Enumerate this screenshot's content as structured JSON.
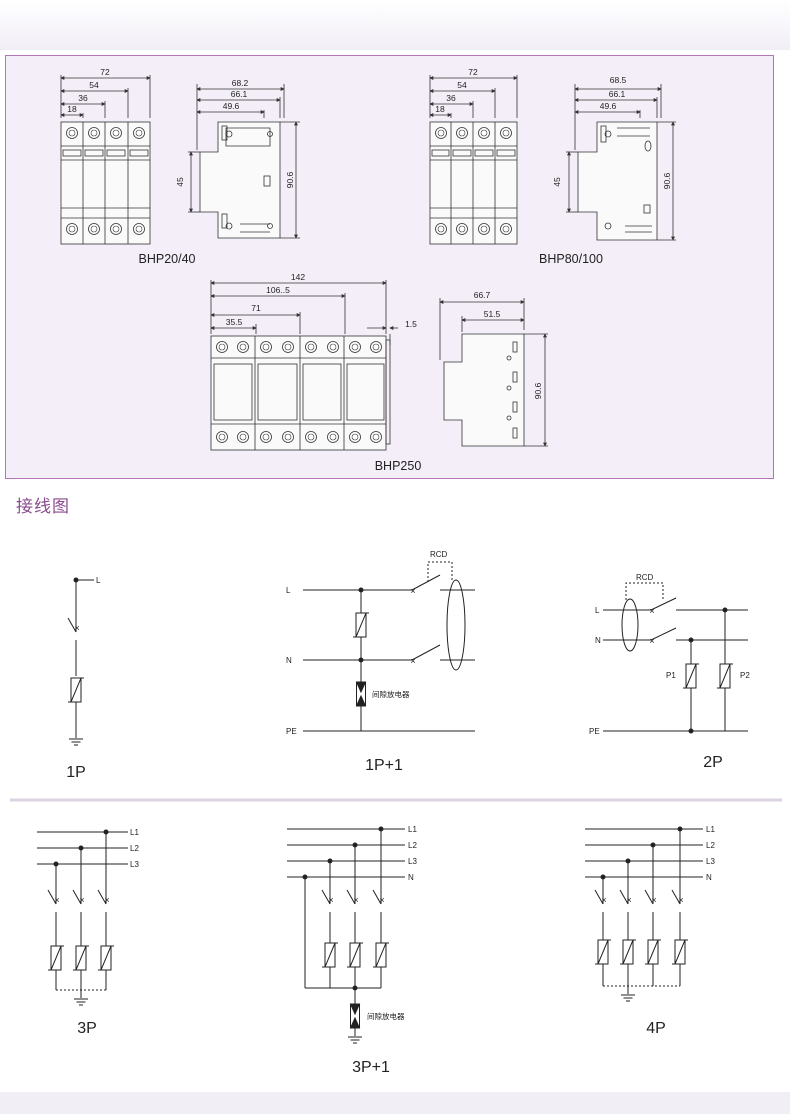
{
  "section_title": "接线图",
  "models": {
    "bhp2040": {
      "label": "BHP20/40",
      "front_dims": [
        "72",
        "54",
        "36",
        "18"
      ],
      "side_dims": [
        "68.2",
        "66.1",
        "49.6"
      ],
      "height_small": "45",
      "height_total": "90.6"
    },
    "bhp80100": {
      "label": "BHP80/100",
      "front_dims": [
        "72",
        "54",
        "36",
        "18"
      ],
      "side_dims": [
        "68.5",
        "66.1",
        "49.6"
      ],
      "height_small": "45",
      "height_total": "90.6"
    },
    "bhp250": {
      "label": "BHP250",
      "front_dims": [
        "142",
        "106..5",
        "71",
        "35.5"
      ],
      "gap": "1.5",
      "side_dims": [
        "66.7",
        "51.5"
      ],
      "height_total": "90.6"
    }
  },
  "wiring": {
    "p1": {
      "caption": "1P",
      "line": "L"
    },
    "p1plus1": {
      "caption": "1P+1",
      "lines": [
        "L",
        "N",
        "PE"
      ],
      "rcd": "RCD",
      "gap_label": "间隙放电器"
    },
    "p2": {
      "caption": "2P",
      "lines": [
        "L",
        "N",
        "PE"
      ],
      "rcd": "RCD",
      "p1": "P1",
      "p2": "P2"
    },
    "p3": {
      "caption": "3P",
      "lines": [
        "L1",
        "L2",
        "L3"
      ]
    },
    "p3plus1": {
      "caption": "3P+1",
      "lines": [
        "L1",
        "L2",
        "L3",
        "N"
      ],
      "gap_label": "间隙放电器"
    },
    "p4": {
      "caption": "4P",
      "lines": [
        "L1",
        "L2",
        "L3",
        "N"
      ]
    }
  },
  "colors": {
    "frame": "#b275b7",
    "panel": "#f3eef7",
    "title": "#8a4a8f",
    "line": "#222222"
  }
}
